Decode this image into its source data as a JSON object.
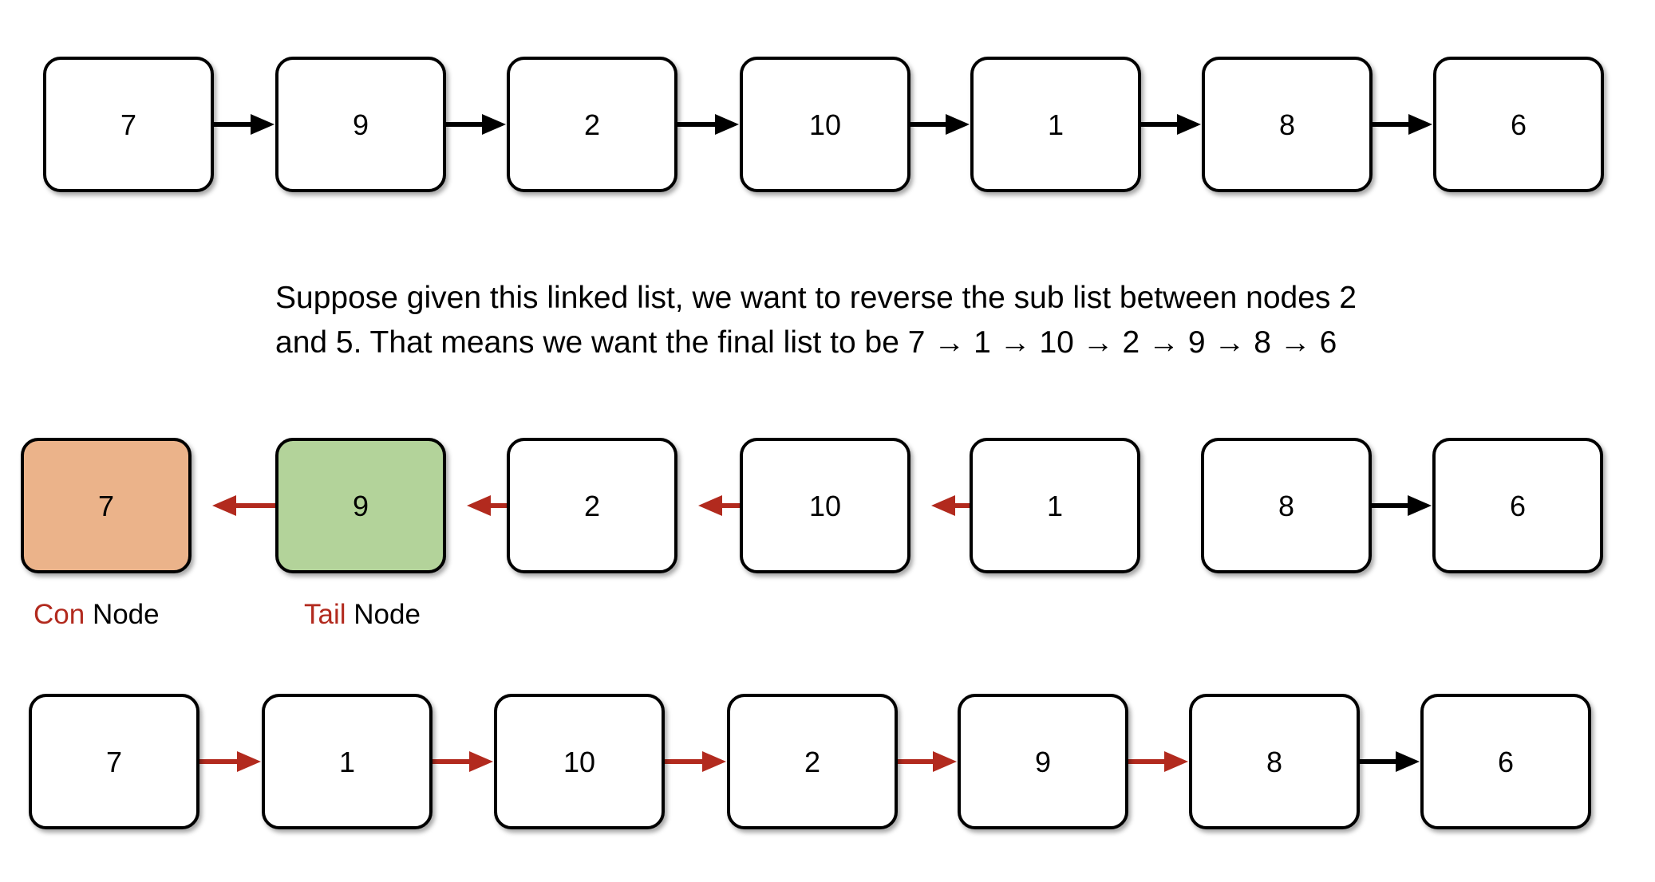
{
  "colors": {
    "node_fill": "#ffffff",
    "node_stroke": "#000000",
    "con_node_fill": "#ebb38a",
    "tail_node_fill": "#b3d39a",
    "arrow_black": "#000000",
    "arrow_red": "#b22a1e",
    "label_red": "#b22a1e"
  },
  "caption": {
    "line1": "Suppose given this linked list, we want to reverse the sub list between nodes 2",
    "line2": "and 5.  That means we want the final list to be 7 → 1 → 10 → 2 → 9 → 8 → 6"
  },
  "labels": {
    "con_highlight": "Con",
    "con_rest": " Node",
    "tail_highlight": "Tail",
    "tail_rest": " Node"
  },
  "rows": [
    {
      "name": "original-list",
      "nodes": [
        {
          "value": "7",
          "fill": "white"
        },
        {
          "value": "9",
          "fill": "white"
        },
        {
          "value": "2",
          "fill": "white"
        },
        {
          "value": "10",
          "fill": "white"
        },
        {
          "value": "1",
          "fill": "white"
        },
        {
          "value": "8",
          "fill": "white"
        },
        {
          "value": "6",
          "fill": "white"
        }
      ],
      "arrows": [
        {
          "from": 0,
          "to": 1,
          "color": "black"
        },
        {
          "from": 1,
          "to": 2,
          "color": "black"
        },
        {
          "from": 2,
          "to": 3,
          "color": "black"
        },
        {
          "from": 3,
          "to": 4,
          "color": "black"
        },
        {
          "from": 4,
          "to": 5,
          "color": "black"
        },
        {
          "from": 5,
          "to": 6,
          "color": "black"
        }
      ]
    },
    {
      "name": "reversing-list",
      "nodes": [
        {
          "value": "7",
          "fill": "con"
        },
        {
          "value": "9",
          "fill": "tail"
        },
        {
          "value": "2",
          "fill": "white"
        },
        {
          "value": "10",
          "fill": "white"
        },
        {
          "value": "1",
          "fill": "white"
        },
        {
          "value": "8",
          "fill": "white"
        },
        {
          "value": "6",
          "fill": "white"
        }
      ],
      "arrows": [
        {
          "from": 1,
          "to": 0,
          "color": "red"
        },
        {
          "from": 2,
          "to": 1,
          "color": "red"
        },
        {
          "from": 3,
          "to": 2,
          "color": "red"
        },
        {
          "from": 4,
          "to": 3,
          "color": "red"
        },
        {
          "from": 5,
          "to": 6,
          "color": "black"
        }
      ]
    },
    {
      "name": "final-list",
      "nodes": [
        {
          "value": "7",
          "fill": "white"
        },
        {
          "value": "1",
          "fill": "white"
        },
        {
          "value": "10",
          "fill": "white"
        },
        {
          "value": "2",
          "fill": "white"
        },
        {
          "value": "9",
          "fill": "white"
        },
        {
          "value": "8",
          "fill": "white"
        },
        {
          "value": "6",
          "fill": "white"
        }
      ],
      "arrows": [
        {
          "from": 0,
          "to": 1,
          "color": "red"
        },
        {
          "from": 1,
          "to": 2,
          "color": "red"
        },
        {
          "from": 2,
          "to": 3,
          "color": "red"
        },
        {
          "from": 3,
          "to": 4,
          "color": "red"
        },
        {
          "from": 4,
          "to": 5,
          "color": "red"
        },
        {
          "from": 5,
          "to": 6,
          "color": "black"
        }
      ]
    }
  ]
}
